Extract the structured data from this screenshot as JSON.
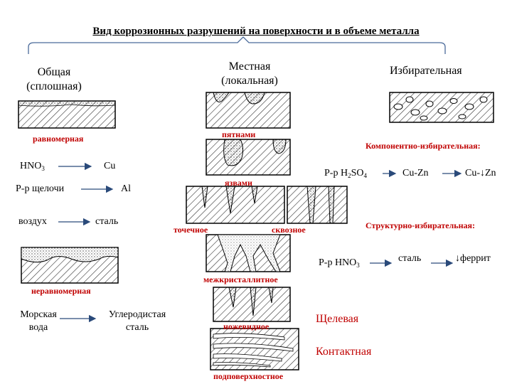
{
  "title": "Вид коррозионных разрушений на поверхности и в объеме металла",
  "categories": {
    "general_line1": "Общая",
    "general_line2": "(сплошная)",
    "local_line1": "Местная",
    "local_line2": "(локальная)",
    "selective": "Избирательная"
  },
  "general": {
    "uniform_label": "равномерная",
    "nonuniform_label": "неравномерная",
    "pairs": [
      {
        "medium": "HNO",
        "medium_sub": "3",
        "metal": "Cu"
      },
      {
        "medium": "Р-р щелочи",
        "metal": "Al"
      },
      {
        "medium": "воздух",
        "metal": "сталь"
      }
    ],
    "sea_water_line1": "Морская",
    "sea_water_line2": "вода",
    "carbon_steel_line1": "Углеродистая",
    "carbon_steel_line2": "сталь"
  },
  "local": {
    "spots": "пятнами",
    "ulcers": "язвами",
    "pitting": "точечное",
    "through": "сквозное",
    "intercrystalline": "межкристаллитное",
    "knife": "ножевидное",
    "subsurface": "подповерхностное",
    "crevice": "Щелевая",
    "contact": "Контактная"
  },
  "selective": {
    "component_label": "Компонентно-избирательная:",
    "component_medium": "Р-р H",
    "component_medium_sub": "2",
    "component_medium_tail": "SO",
    "component_medium_sub2": "4",
    "cuzn": "Cu-Zn",
    "cuzn_result": "Cu-↓Zn",
    "structural_label": "Структурно-избирательная:",
    "structural_medium": "Р-р HNO",
    "structural_medium_sub": "3",
    "steel": "сталь",
    "ferrite": "↓феррит"
  },
  "colors": {
    "accent": "#c00000",
    "hatch": "#333333"
  }
}
